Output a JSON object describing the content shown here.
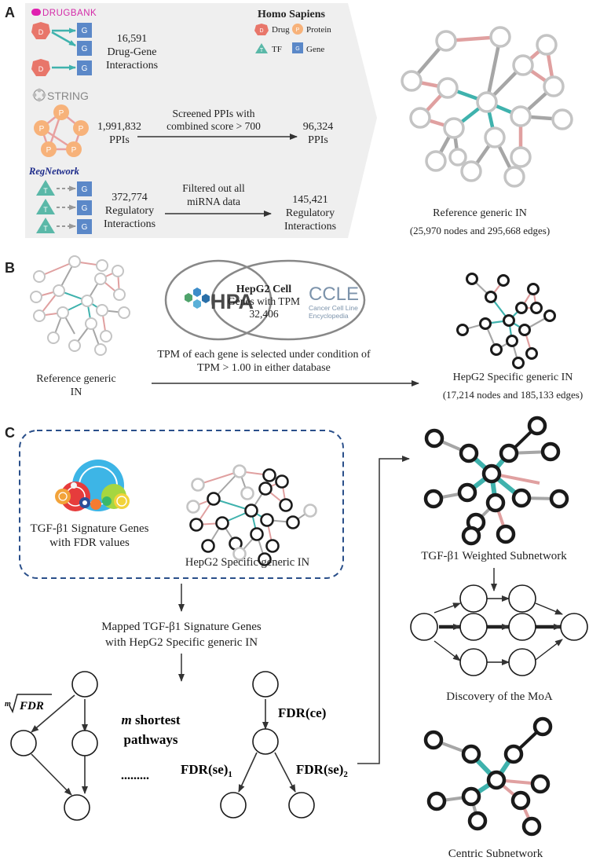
{
  "panelA": {
    "letter": "A",
    "drugbank_logo": "DRUGBANK",
    "legend_title": "Homo Sapiens",
    "legend": {
      "drug": "Drug",
      "protein": "Protein",
      "tf": "TF",
      "gene": "Gene"
    },
    "node_letters": {
      "drug": "D",
      "gene": "G",
      "protein": "P",
      "tf": "T"
    },
    "dg_count": "16,591",
    "dg_label1": "Drug-Gene",
    "dg_label2": "Interactions",
    "string_logo": "STRING",
    "ppi_count": "1,991,832",
    "ppi_label": "PPIs",
    "ppi_arrow1": "Screened PPIs with",
    "ppi_arrow2": "combined score  > 700",
    "ppi_out_count": "96,324",
    "ppi_out_label": "PPIs",
    "regnetwork_logo": "RegNetwork",
    "reg_count": "372,774",
    "reg_label1": "Regulatory",
    "reg_label2": "Interactions",
    "reg_arrow1": "Filtered out all",
    "reg_arrow2": "miRNA data",
    "reg_out_count": "145,421",
    "reg_out_label1": "Regulatory",
    "reg_out_label2": "Interactions",
    "ref_title": "Reference generic IN",
    "ref_sub": "(25,970 nodes and 295,668 edges)"
  },
  "panelB": {
    "letter": "B",
    "hpa": "HPA",
    "venn_title": "HepG2 Cell",
    "venn_line2": "Genes with TPM",
    "venn_count": "32,406",
    "ccle": "CCLE",
    "ccle_sub1": "Cancer Cell Line",
    "ccle_sub2": "Encyclopedia",
    "cond1": "TPM of each gene is selected under condition of",
    "cond2": "TPM > 1.00 in either database",
    "ref_label1": "Reference generic",
    "ref_label2": "IN",
    "hepg2_title": "HepG2 Specific generic IN",
    "hepg2_sub": "(17,214 nodes and 185,133 edges)"
  },
  "panelC": {
    "letter": "C",
    "sig1": "TGF-β1 Signature Genes",
    "sig2": "with FDR values",
    "hepg2_label": "HepG2 Specific generic IN",
    "mapped1": "Mapped TGF-β1 Signature Genes",
    "mapped2": "with HepG2 Specific generic IN",
    "root_m": "m",
    "root_fdr": "FDR",
    "m_label": "m",
    "shortest": "shortest",
    "pathways": "pathways",
    "dots": ".........",
    "fdr_ce": "FDR(ce)",
    "fdr_se": "FDR(se)",
    "sub1": "1",
    "sub2": "2",
    "weighted": "TGF-β1 Weighted Subnetwork",
    "moa": "Discovery of the MoA",
    "centric": "Centric Subnetwork"
  },
  "colors": {
    "drug": "#e8766a",
    "protein": "#f7b27a",
    "tf": "#5ab8a8",
    "gene": "#5b88c8",
    "teal_edge": "#3fb2ad",
    "pink_edge": "#e0a0a0",
    "grey_edge": "#a0a0a0",
    "node_grey": "#c4c4c4",
    "dashed_box": "#2a4f8a",
    "panel_bg": "#efefef"
  }
}
